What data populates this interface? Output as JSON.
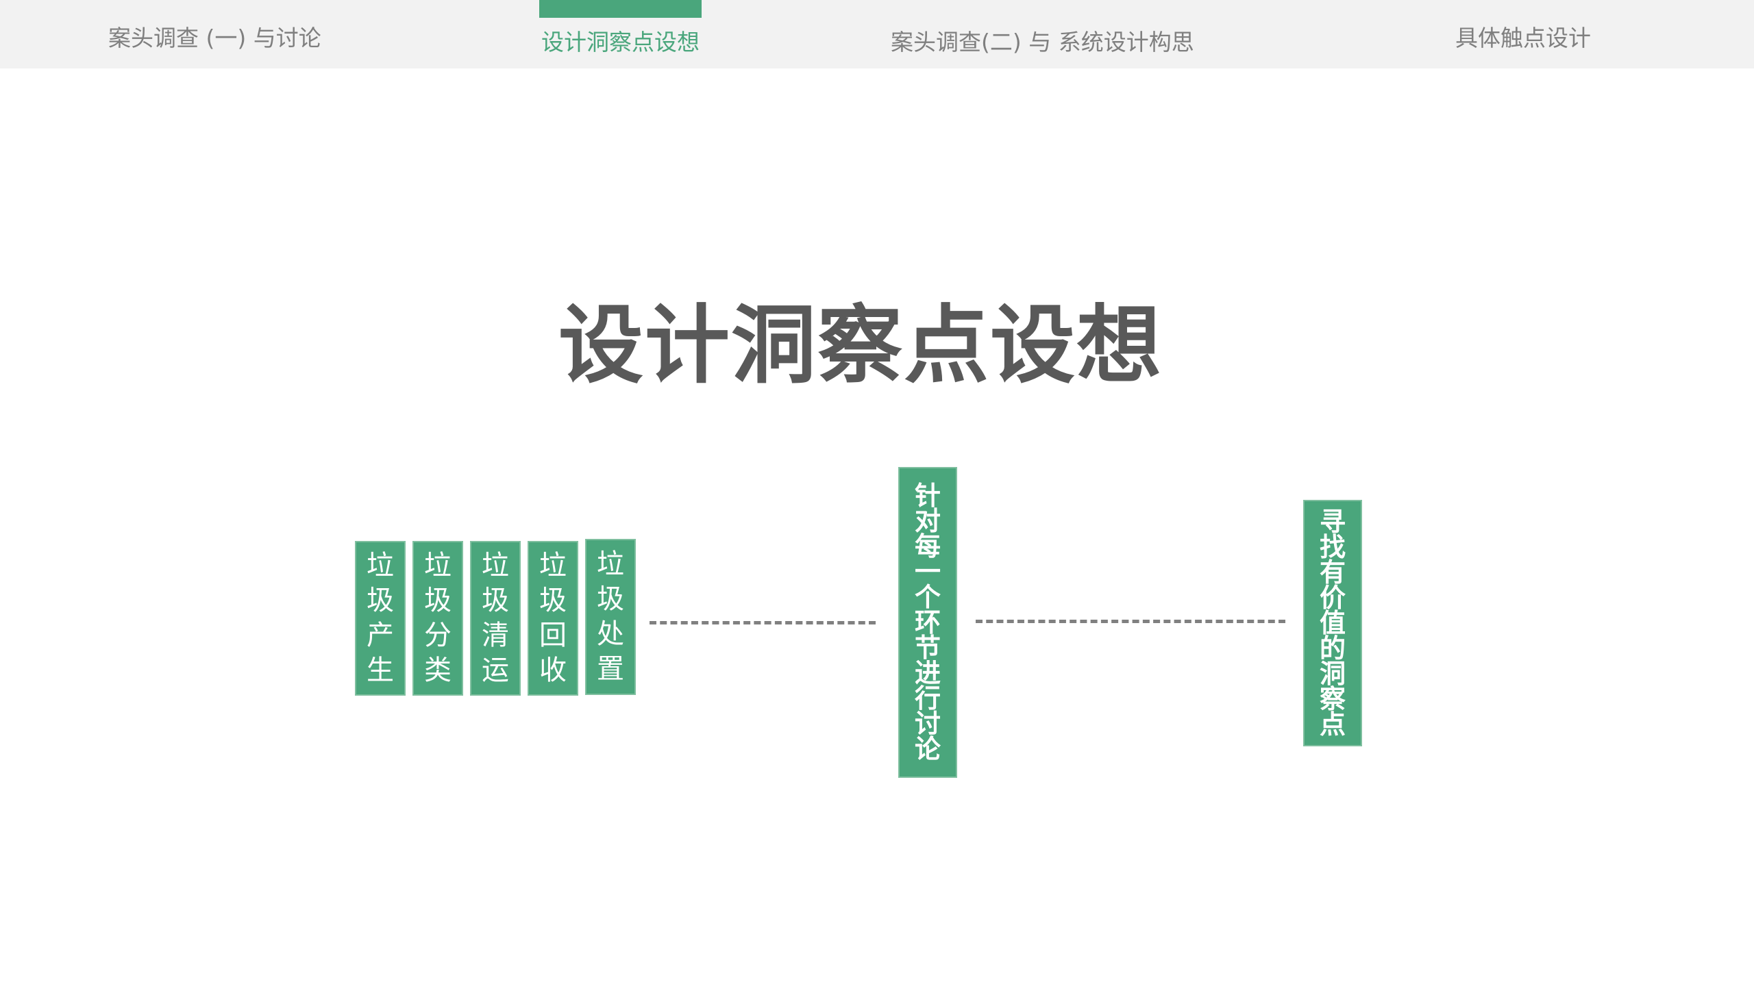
{
  "nav": {
    "items": [
      {
        "label": "案头调查 (一) 与讨论",
        "active": false
      },
      {
        "label": "设计洞察点设想",
        "active": true
      },
      {
        "label": "案头调查(二) 与 系统设计构思",
        "active": false
      },
      {
        "label": "具体触点设计",
        "active": false
      }
    ],
    "accent_color": "#4aa67c"
  },
  "main": {
    "title": "设计洞察点设想",
    "stages": [
      {
        "label": "垃圾产生"
      },
      {
        "label": "垃圾分类"
      },
      {
        "label": "垃圾清运"
      },
      {
        "label": "垃圾回收"
      },
      {
        "label": "垃圾处置"
      }
    ],
    "discuss_label": "针对每一个环节进行讨论",
    "insight_label": "寻找有价值的洞察点"
  }
}
